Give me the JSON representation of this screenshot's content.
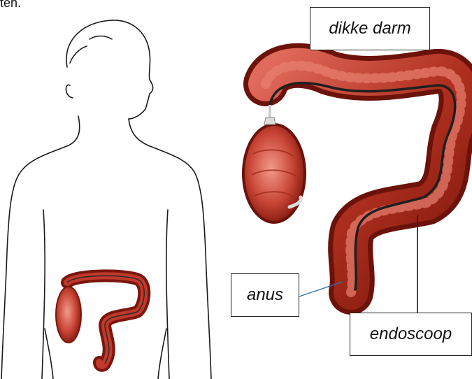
{
  "labels": {
    "colon": "dikke darm",
    "anus": "anus",
    "endoscope": "endoscoop"
  },
  "top_fragment": "ten.",
  "colors": {
    "outline": "#1a1a1a",
    "colon_dark": "#5a1008",
    "colon_mid": "#a8281a",
    "colon_light": "#d8574a",
    "colon_highlight": "#f08a7c",
    "scope": "#2a2a2a",
    "anus_leader": "#3a6ea5"
  }
}
